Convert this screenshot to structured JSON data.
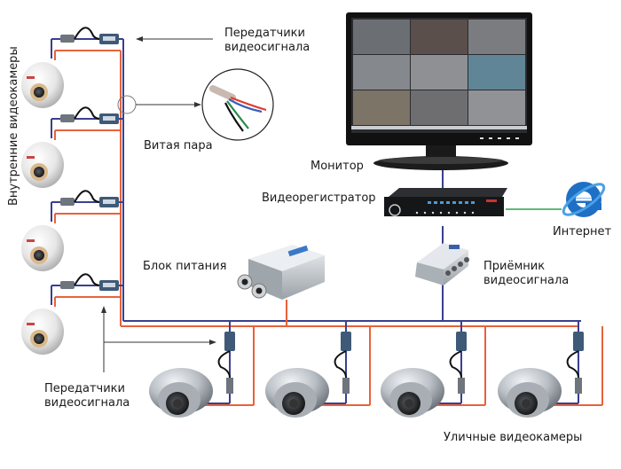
{
  "labels": {
    "indoor_cameras": "Внутренние видеокамеры",
    "transmitters_top_line1": "Передатчики",
    "transmitters_top_line2": "видеосигнала",
    "twisted_pair": "Витая пара",
    "monitor": "Монитор",
    "dvr": "Видеорегистратор",
    "internet": "Интернет",
    "power_supply": "Блок питания",
    "receiver_line1": "Приёмник",
    "receiver_line2": "видеосигнала",
    "transmitters_bottom_line1": "Передатчики",
    "transmitters_bottom_line2": "видеосигнала",
    "outdoor_cameras": "Уличные видеокамеры"
  },
  "colors": {
    "signal_wire": "#3a3f8f",
    "power_wire": "#e8623a",
    "internet_wire": "#2aa04a",
    "ie_blue": "#1f6fc4",
    "monitor_frame": "#111111",
    "empty_tile": "#5f8596"
  },
  "monitor": {
    "grid_rows": 3,
    "grid_cols": 3,
    "empty_tile_index": 5
  },
  "indoor_camera_count": 4,
  "outdoor_camera_count": 4
}
